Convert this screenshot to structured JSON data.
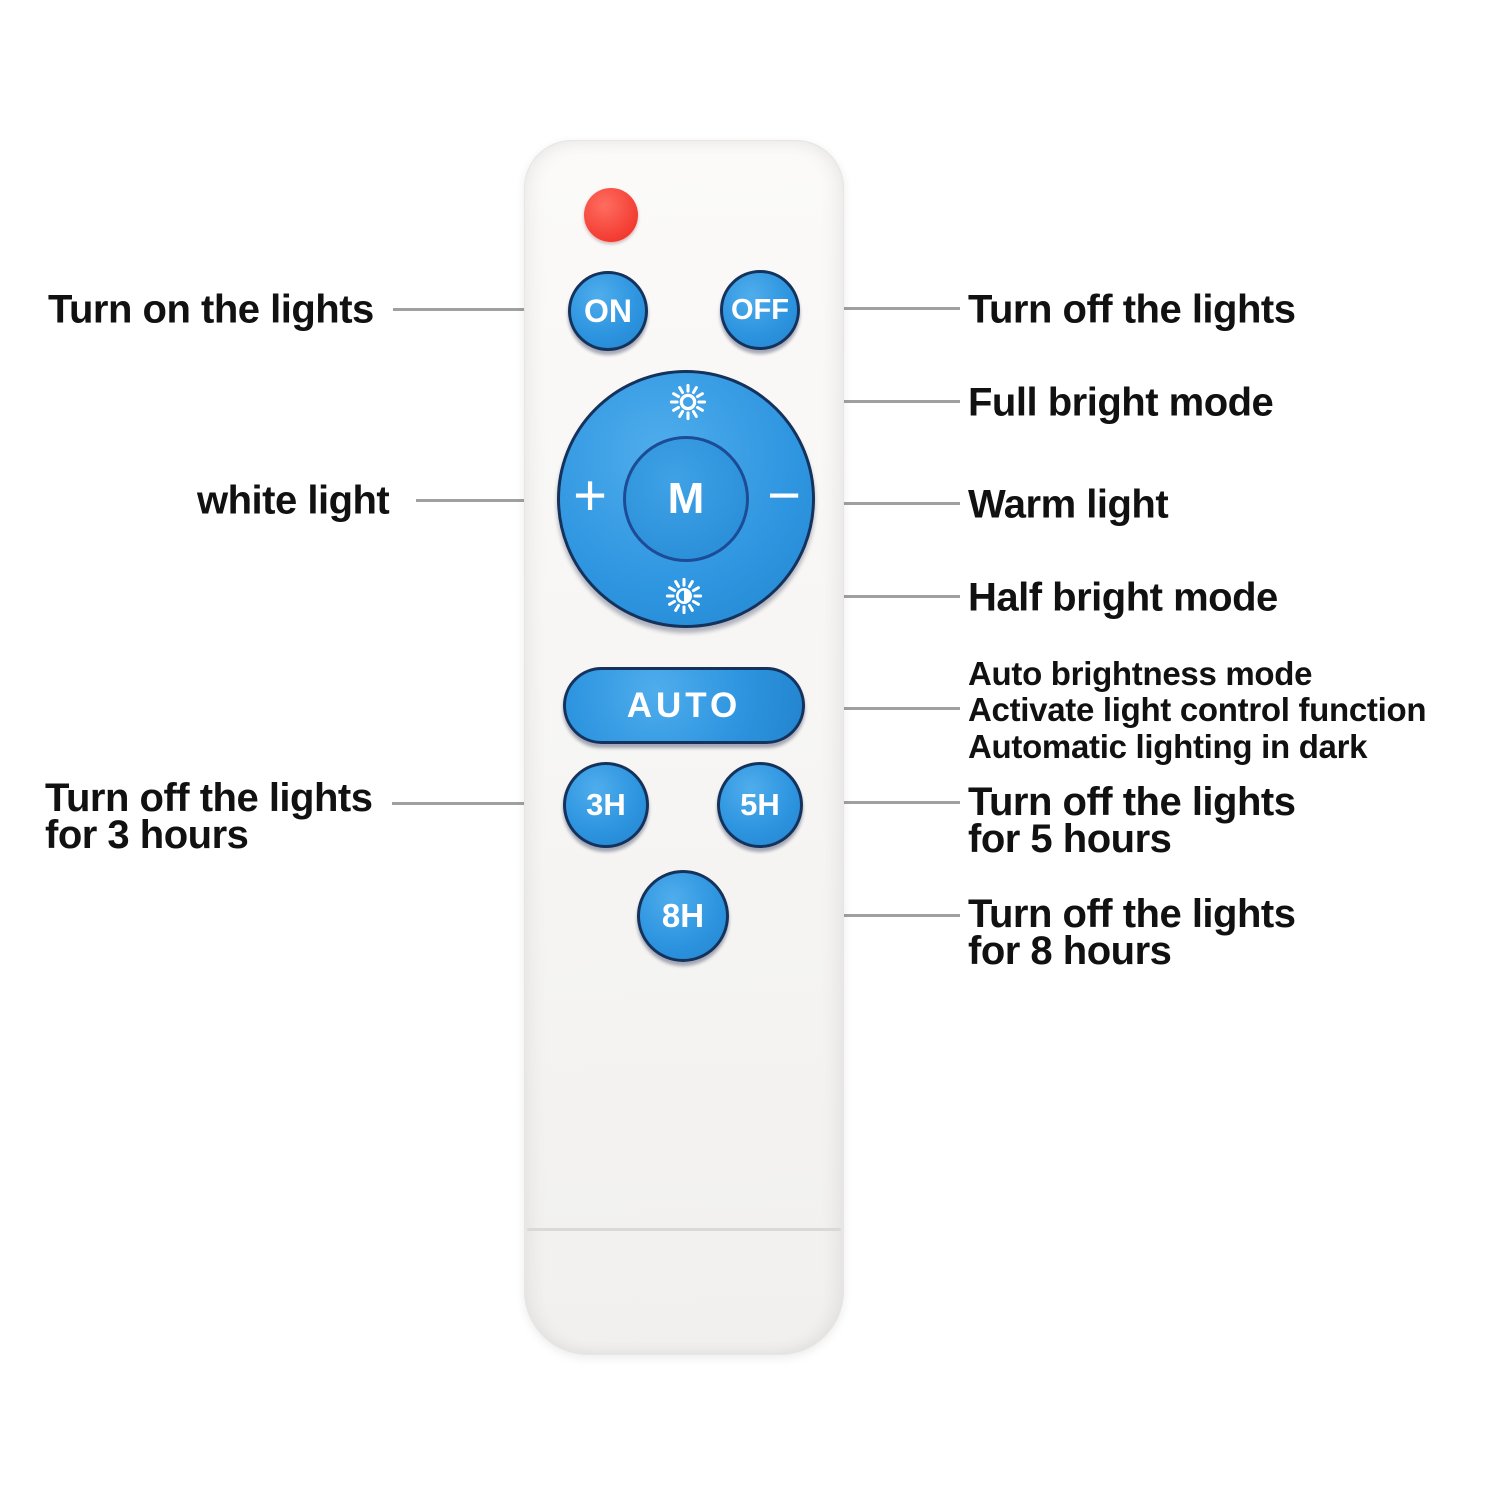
{
  "colors": {
    "button_blue": "#2E95E0",
    "button_border_navy": "#14325C",
    "led_red": "#F2392F",
    "callout_line_gray": "#A0A0A0",
    "label_text": "#111111",
    "remote_body": "#F8F7F5"
  },
  "remote": {
    "buttons": {
      "on": "ON",
      "off": "OFF",
      "mode": "M",
      "plus": "+",
      "minus": "−",
      "auto": "AUTO",
      "timer_3h": "3H",
      "timer_5h": "5H",
      "timer_8h": "8H"
    },
    "icons": {
      "power_led": "red-led-indicator",
      "full_bright": "sun-full-icon",
      "half_bright": "sun-half-icon"
    }
  },
  "annotations": {
    "turn_on": "Turn on the lights",
    "turn_off": "Turn off the lights",
    "full_bright": "Full bright mode",
    "white_light": "white light",
    "warm_light": "Warm light",
    "half_bright": "Half bright mode",
    "auto_1": "Auto brightness mode",
    "auto_2": "Activate light control function",
    "auto_3": "Automatic lighting in dark",
    "off_3h_1": "Turn off the lights",
    "off_3h_2": "for 3 hours",
    "off_5h_1": "Turn off the lights",
    "off_5h_2": "for 5 hours",
    "off_8h_1": "Turn off the lights",
    "off_8h_2": "for 8 hours"
  }
}
